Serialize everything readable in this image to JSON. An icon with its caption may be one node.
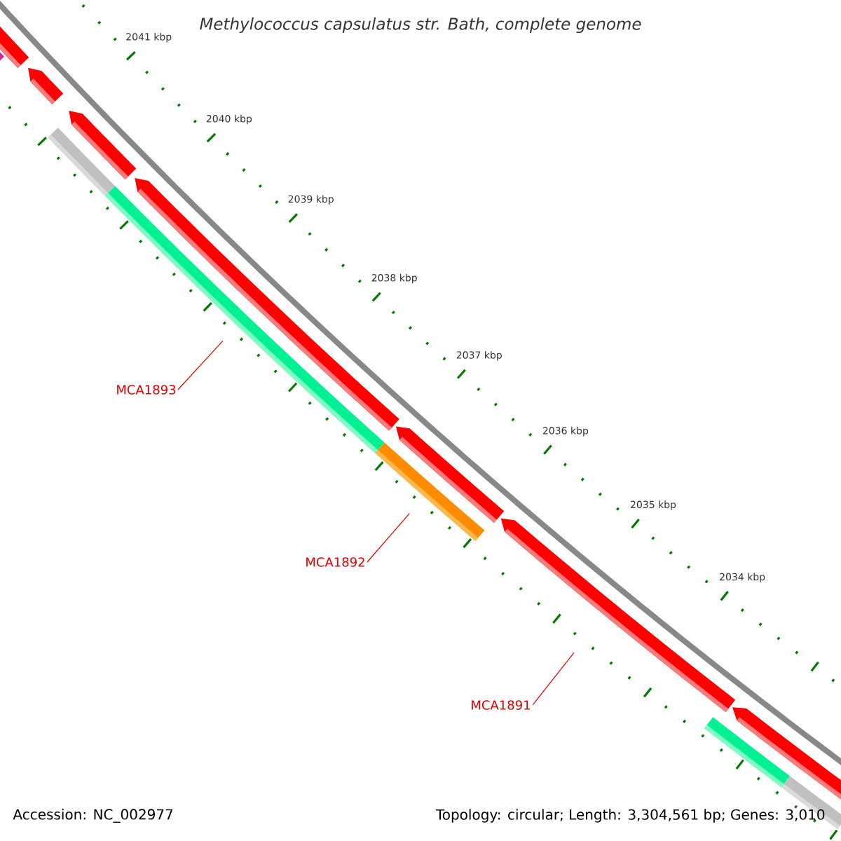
{
  "diagram": {
    "title": "Methylococcus capsulatus str. Bath, complete genome",
    "nodes": [
      {
        "text": [],
        "shape": "bar"
      },
      {
        "text": [],
        "shape": "bar"
      },
      {
        "text": [],
        "shape": "bar"
      },
      {
        "text": [
          "MCA1893"
        ]
      },
      {
        "text": [
          "MCA1892"
        ]
      },
      {
        "text": [
          "MCA1891"
        ]
      }
    ],
    "edges": [
      {
        "from": 3,
        "to": 0,
        "arrow": "none"
      },
      {
        "from": 4,
        "to": 1,
        "arrow": "none"
      },
      {
        "from": 5,
        "to": 2,
        "arrow": "none"
      }
    ],
    "labels": [
      "2041 kbp",
      "2040 kbp",
      "2039 kbp",
      "2038 kbp",
      "2037 kbp",
      "2036 kbp",
      "2035 kbp",
      "2034 kbp",
      "Accession: NC_002977",
      "Topology: circular; Length: 3,304,561 bp; Genes: 3,010"
    ]
  }
}
